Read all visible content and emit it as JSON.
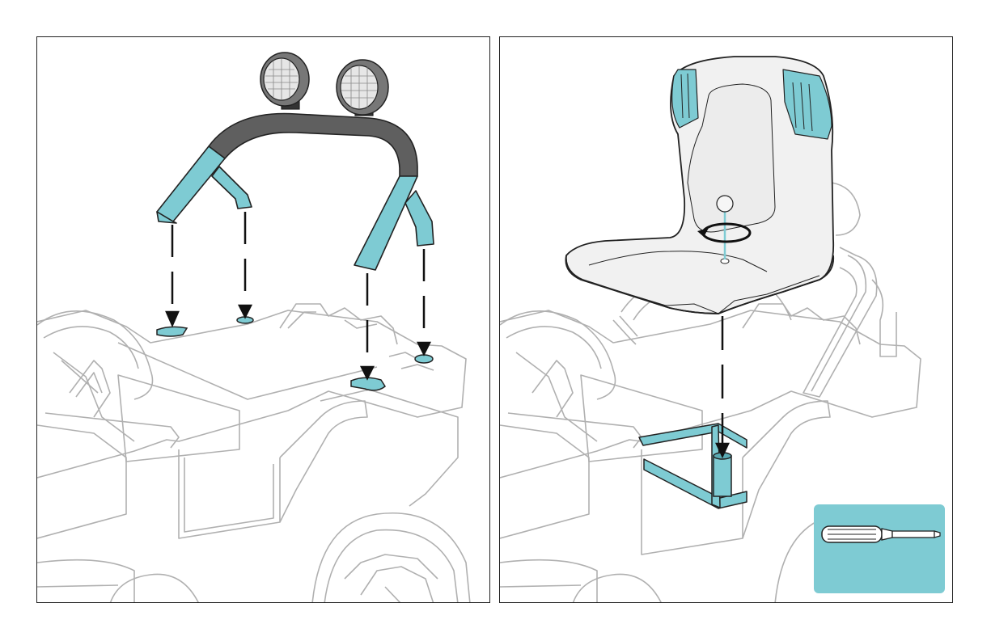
{
  "diagram": {
    "panels": [
      {
        "id": "roll-bar-step",
        "parts": [
          "roll-bar",
          "headlight-left",
          "headlight-right",
          "mounting-post"
        ]
      },
      {
        "id": "seat-step",
        "parts": [
          "seat",
          "seat-screw",
          "seat-post",
          "seat-frame"
        ],
        "tool": "screwdriver-icon"
      }
    ],
    "colors": {
      "accent": "#7ecbd3",
      "accent_dark": "#5aa9b2",
      "outline": "#222222",
      "faded_vehicle": "#b0b0b0",
      "roll_bar_dark": "#5f5f5f",
      "tool_badge": "#7ecbd3"
    }
  }
}
